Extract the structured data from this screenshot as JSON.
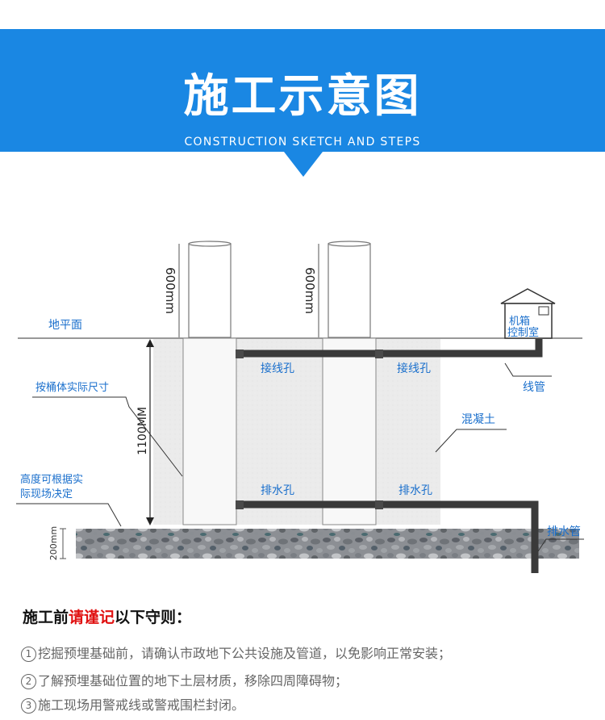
{
  "header": {
    "title": "施工示意图",
    "subtitle": "CONSTRUCTION SKETCH AND STEPS"
  },
  "diagram": {
    "ground_label": "地平面",
    "pole_height_label": "600mm",
    "depth_label": "1100MM",
    "gravel_label": "200mm",
    "cabinet_line1": "机箱",
    "cabinet_line2": "控制室",
    "wire_hole_label": "接线孔",
    "drain_hole_label": "排水孔",
    "conduit_label": "线管",
    "concrete_label": "混凝土",
    "drain_pipe_label": "排水管",
    "bucket_size_note": "按桶体实际尺寸",
    "height_note_line1": "高度可根据实",
    "height_note_line2": "际现场决定"
  },
  "rules": {
    "heading_prefix": "施工前",
    "heading_emphasis": "请谨记",
    "heading_suffix": "以下守则：",
    "items": [
      {
        "num": "1",
        "text": "挖掘预埋基础前，请确认市政地下公共设施及管道，以免影响正常安装；"
      },
      {
        "num": "2",
        "text": "了解预埋基础位置的地下土层材质，移除四周障碍物；"
      },
      {
        "num": "3",
        "text": "施工现场用警戒线或警戒围栏封闭。"
      }
    ]
  }
}
